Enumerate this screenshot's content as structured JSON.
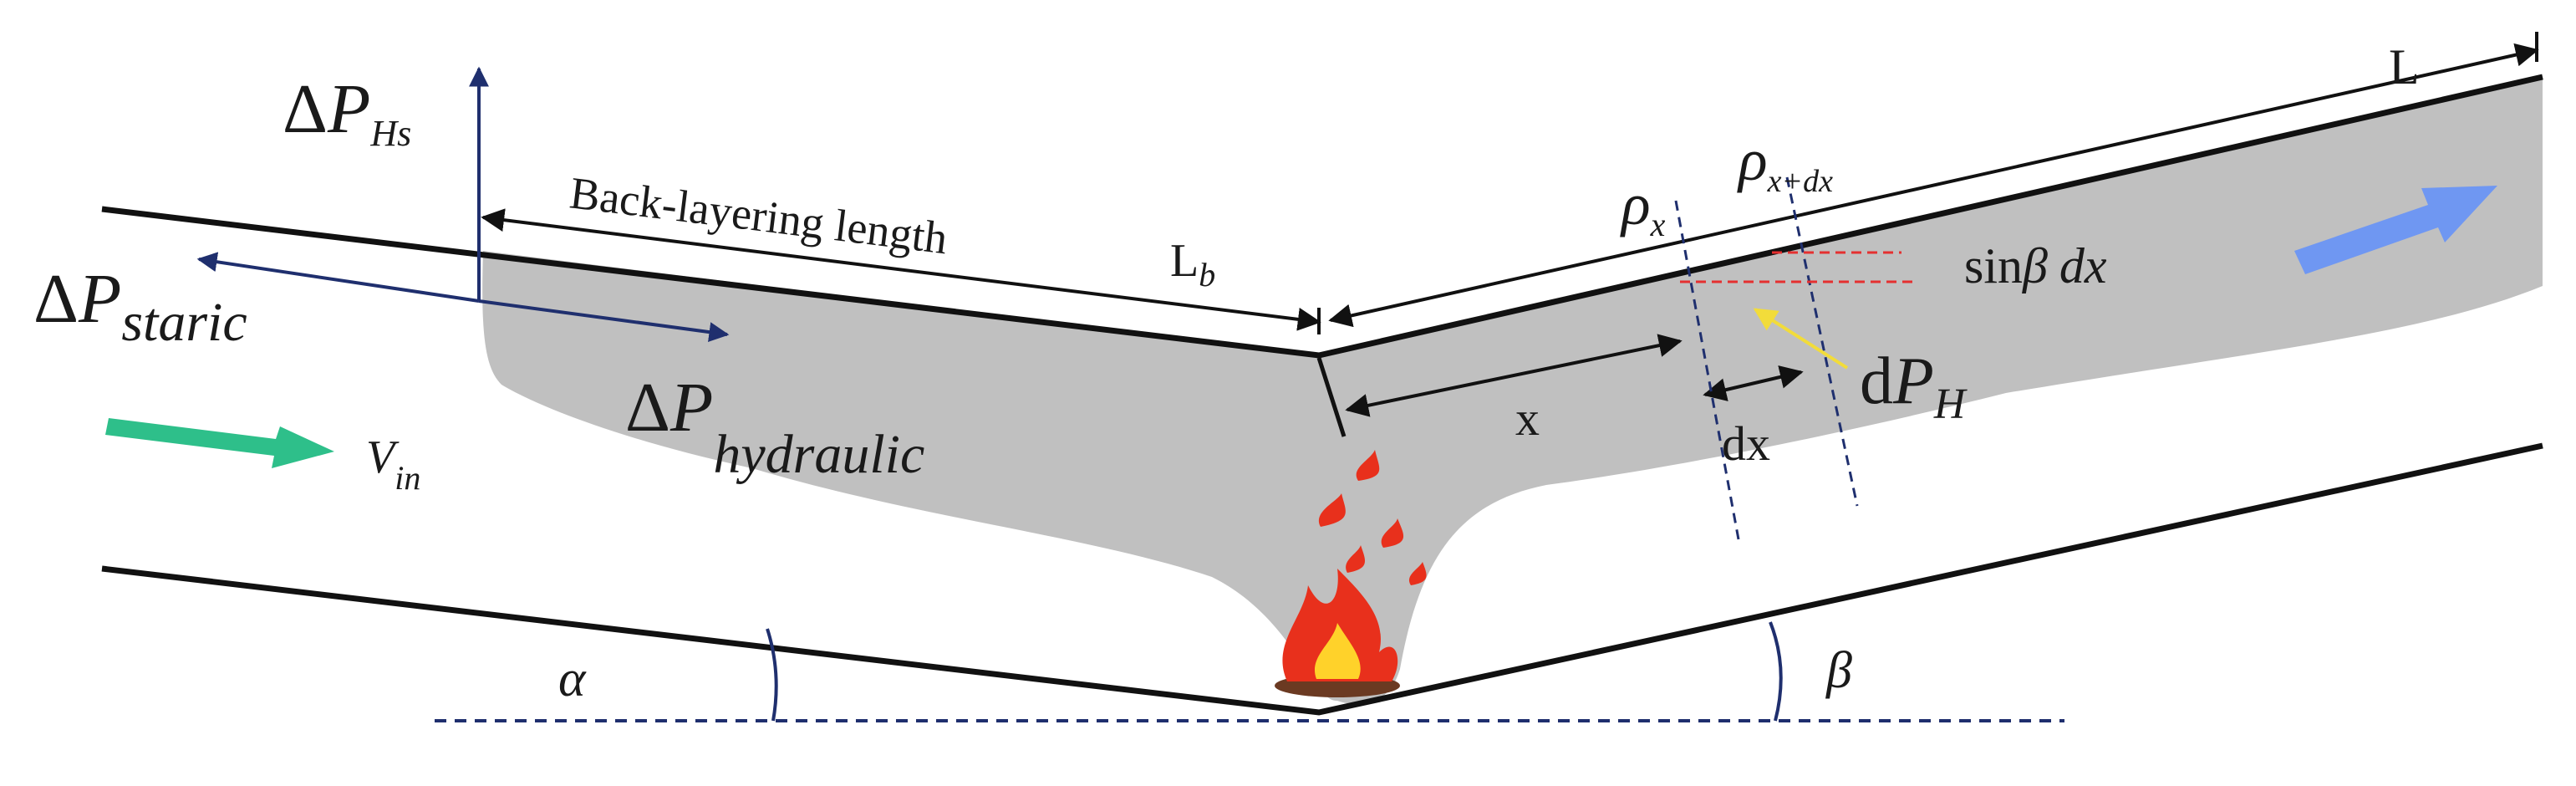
{
  "labels": {
    "delta": "Δ",
    "p": "P",
    "hs_sub": "Hs",
    "staric_sub": "staric",
    "hydraulic_sub": "hydraulic",
    "backlayering": "Back-layering length",
    "lb_main": "L",
    "lb_sub": "b",
    "l": "L",
    "v": "V",
    "v_sub": "in",
    "rho": "ρ",
    "rho_x_sub": "x",
    "rho_xdx_sub": "x+dx",
    "sin_prefix": "sin",
    "beta": "β",
    "dx_italic": "dx",
    "dph_d": "d",
    "dph_p": "P",
    "dph_sub": "H",
    "x": "x",
    "dx": "dx",
    "alpha": "α",
    "beta_angle": "β"
  },
  "colors": {
    "smoke": "#c0c0c0",
    "tunnel_line": "#111111",
    "pressure_arrow": "#1f2f6e",
    "inflow_arrow": "#2ebf8a",
    "outflow_arrow": "#6f97f2",
    "section_dash": "#1f2f6e",
    "slope_dash": "#e53030",
    "pointer_arrow": "#f2dc3a",
    "baseline_dash": "#1f2f6e",
    "fire_outer": "#e8301c",
    "fire_inner": "#ffd22a",
    "fire_base": "#6b3a22"
  },
  "icons": {
    "fire": "fire-icon"
  }
}
